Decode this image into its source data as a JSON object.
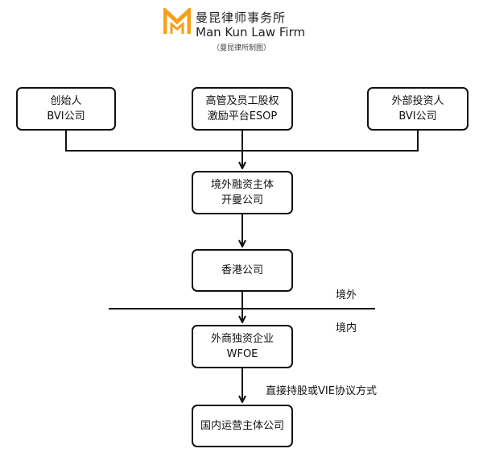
{
  "logo": {
    "name_cn": "曼昆律师事务所",
    "name_en": "Man Kun Law Firm",
    "mark_color": "#f5a01a"
  },
  "credit": "（曼昆律所制图）",
  "nodes": {
    "founder": {
      "line1": "创始人",
      "line2": "BVI公司"
    },
    "esop": {
      "line1": "高管及员工股权",
      "line2": "激励平台ESOP"
    },
    "investor": {
      "line1": "外部投资人",
      "line2": "BVI公司"
    },
    "offshore": {
      "line1": "境外融资主体",
      "line2": "开曼公司"
    },
    "hk": {
      "line1": "香港公司"
    },
    "wfoe": {
      "line1": "外商独资企业",
      "line2": "WFOE"
    },
    "domestic": {
      "line1": "国内运营主体公司"
    }
  },
  "labels": {
    "offshore_side": "境外",
    "onshore_side": "境内",
    "control_method": "直接持股或VIE协议方式"
  }
}
